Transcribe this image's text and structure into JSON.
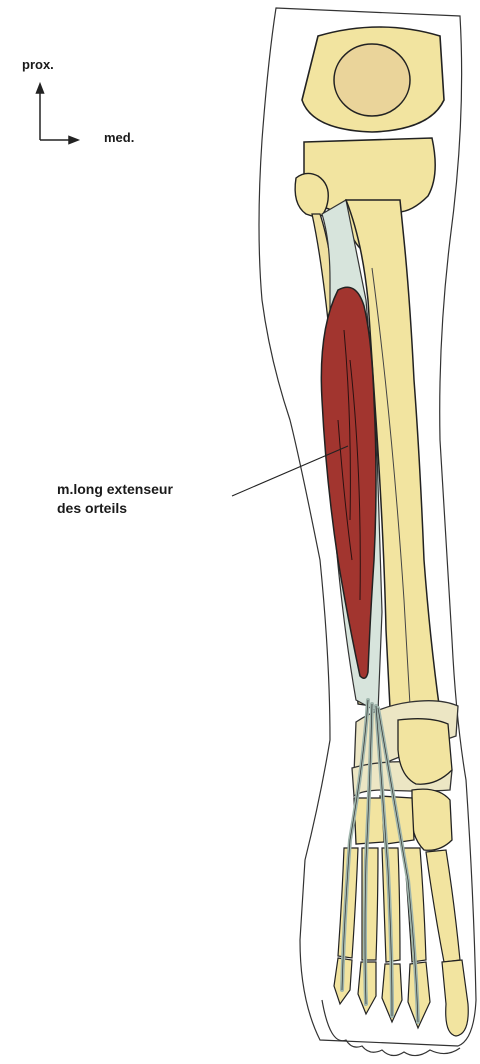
{
  "orientation": {
    "proximal_label": "prox.",
    "medial_label": "med."
  },
  "annotation": {
    "muscle_line1": "m.long extenseur",
    "muscle_line2": "des orteils"
  },
  "colors": {
    "bone": "#f2e4a0",
    "muscle": "#a2352f",
    "tendon": "#d7e4dc",
    "retinaculum": "#ece6c4",
    "outline": "#222222"
  }
}
